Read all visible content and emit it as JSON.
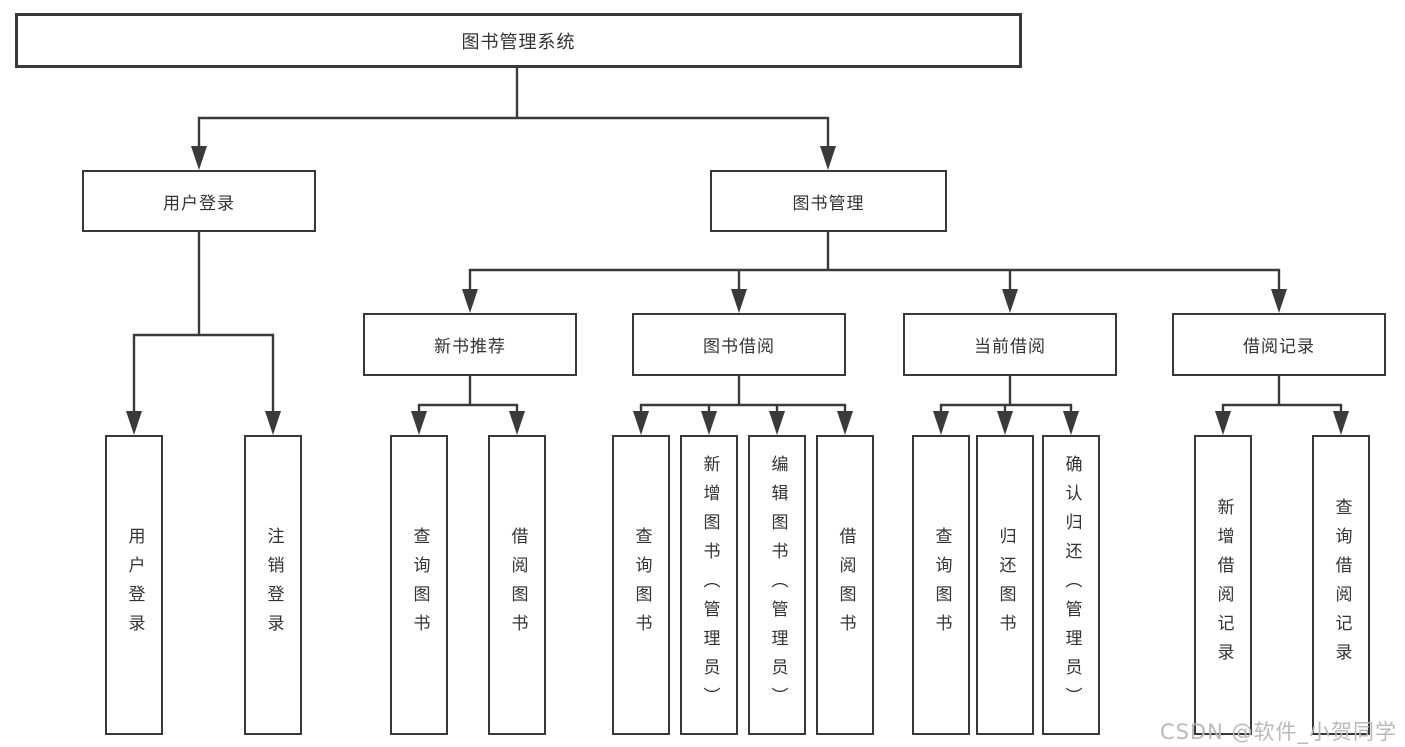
{
  "nodes": {
    "root": {
      "label": "图书管理系统"
    },
    "user_login": {
      "label": "用户登录"
    },
    "book_management": {
      "label": "图书管理"
    },
    "new_book_recommend": {
      "label": "新书推荐"
    },
    "book_borrow": {
      "label": "图书借阅"
    },
    "current_borrow": {
      "label": "当前借阅"
    },
    "borrow_records": {
      "label": "借阅记录"
    }
  },
  "leaves": {
    "user_login": [
      "用户登录",
      "注销登录"
    ],
    "new_book_recommend": [
      "查询图书",
      "借阅图书"
    ],
    "book_borrow": [
      "查询图书",
      "新增图书（管理员）",
      "编辑图书（管理员）",
      "借阅图书"
    ],
    "current_borrow": [
      "查询图书",
      "归还图书",
      "确认归还（管理员）"
    ],
    "borrow_records": [
      "新增借阅记录",
      "查询借阅记录"
    ]
  },
  "watermark": "CSDN @软件_小贺同学",
  "colors": {
    "line": "#3a3a3a",
    "text": "#333333",
    "border": "#383838",
    "background": "#ffffff",
    "watermark_color": "#b9b9b9"
  }
}
